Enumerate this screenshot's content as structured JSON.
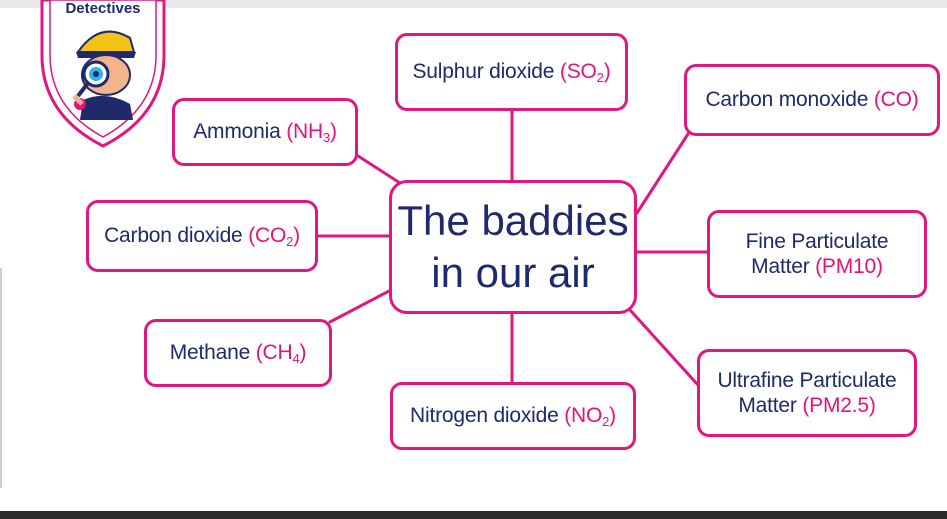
{
  "logo": {
    "text": "Detectives"
  },
  "center": {
    "line1": "The baddies",
    "line2": "in our air"
  },
  "nodes": [
    {
      "id": "ammonia",
      "name": "Ammonia",
      "f_pre": "(NH",
      "f_sub": "3",
      "f_post": ")"
    },
    {
      "id": "sulphur",
      "name": "Sulphur dioxide",
      "f_pre": "(SO",
      "f_sub": "2",
      "f_post": ")"
    },
    {
      "id": "carbon_monoxide",
      "name": "Carbon monoxide",
      "f_pre": "(CO)",
      "f_sub": "",
      "f_post": ""
    },
    {
      "id": "carbon_dioxide",
      "name": "Carbon dioxide",
      "f_pre": "(CO",
      "f_sub": "2",
      "f_post": ")"
    },
    {
      "id": "fine_pm",
      "name": "Fine Particulate",
      "name2": "Matter",
      "f_pre": "(PM10)",
      "f_sub": "",
      "f_post": ""
    },
    {
      "id": "methane",
      "name": "Methane",
      "f_pre": "(CH",
      "f_sub": "4",
      "f_post": ")"
    },
    {
      "id": "nitrogen",
      "name": "Nitrogen dioxide",
      "f_pre": "(NO",
      "f_sub": "2",
      "f_post": ")"
    },
    {
      "id": "ultrafine_pm",
      "name": "Ultrafine Particulate",
      "name2": "Matter",
      "f_pre": "(PM2.5)",
      "f_sub": "",
      "f_post": ""
    }
  ],
  "colors": {
    "accent": "#e0177f",
    "text": "#1f2a6b",
    "formula": "#e8117a"
  }
}
